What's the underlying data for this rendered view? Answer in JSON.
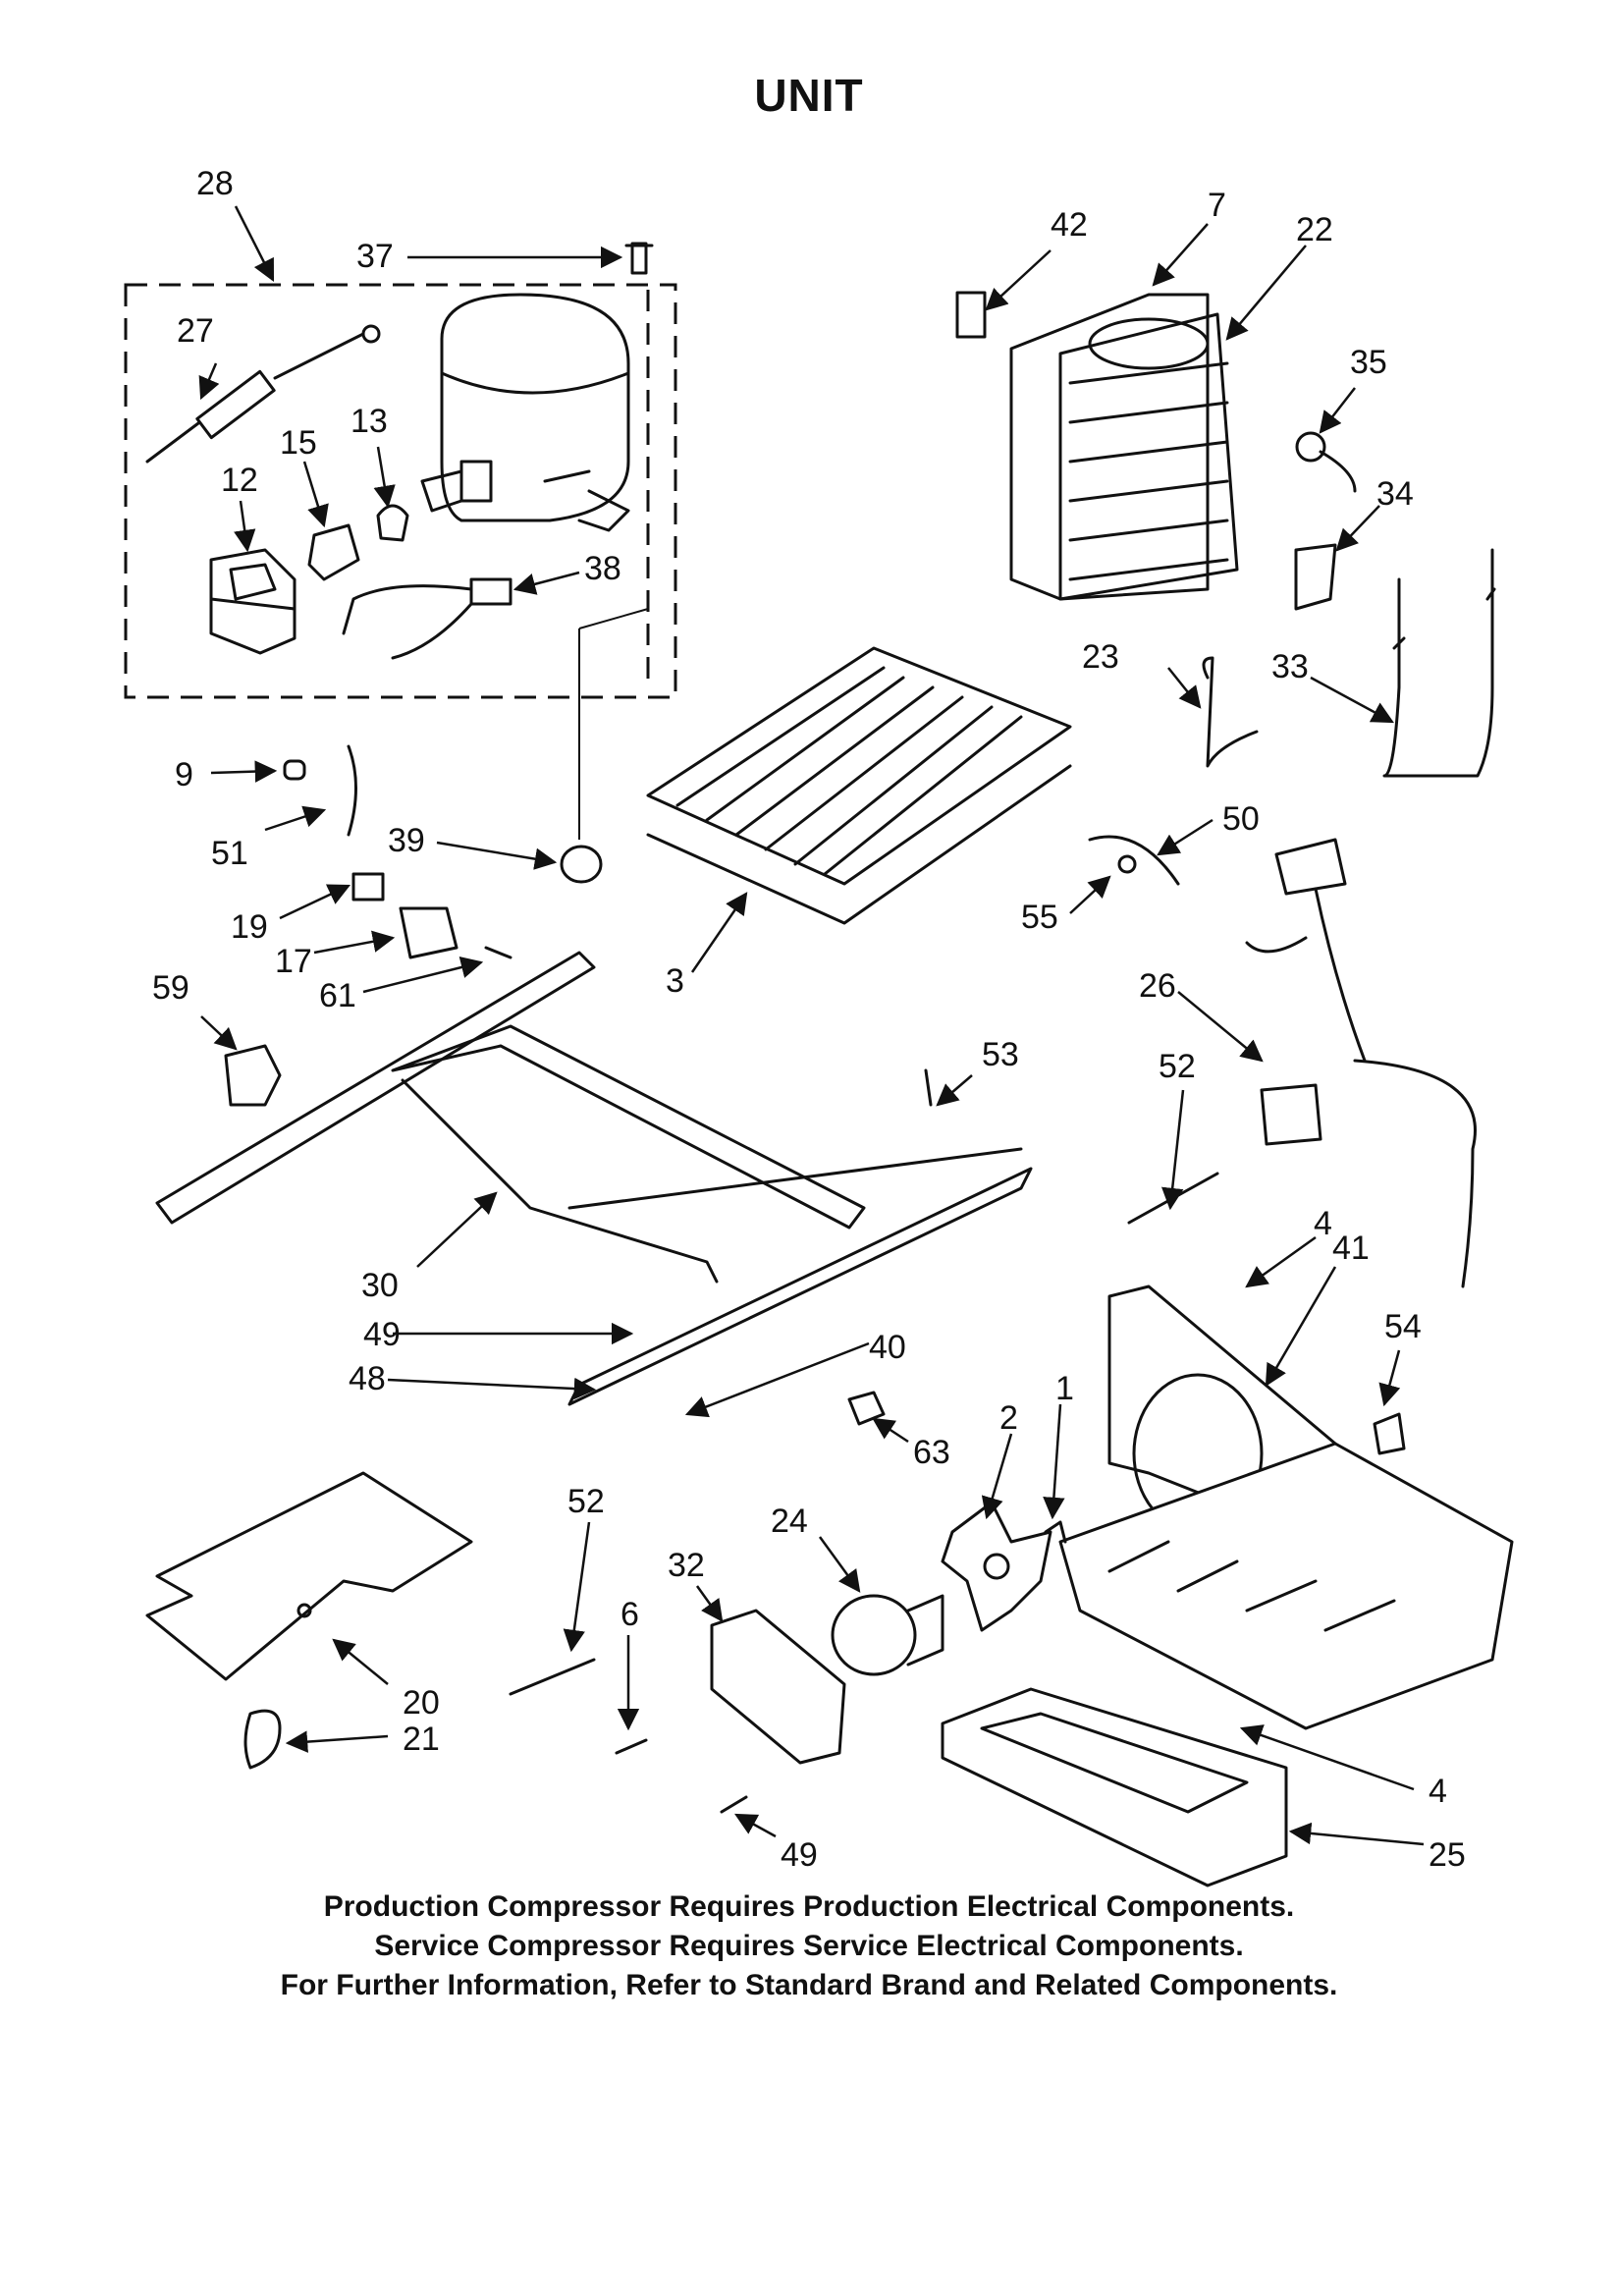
{
  "title": "UNIT",
  "callouts": [
    "28",
    "37",
    "27",
    "15",
    "13",
    "12",
    "38",
    "42",
    "7",
    "22",
    "35",
    "34",
    "23",
    "33",
    "9",
    "51",
    "39",
    "19",
    "17",
    "61",
    "59",
    "3",
    "50",
    "55",
    "26",
    "53",
    "52",
    "30",
    "49",
    "48",
    "40",
    "4",
    "41",
    "54",
    "63",
    "2",
    "1",
    "24",
    "32",
    "6",
    "20",
    "21",
    "52",
    "49",
    "25",
    "4"
  ],
  "footer": [
    "Production Compressor Requires Production Electrical Components.",
    "Service Compressor Requires Service Electrical Components.",
    "For Further Information, Refer to Standard Brand and Related Components."
  ]
}
